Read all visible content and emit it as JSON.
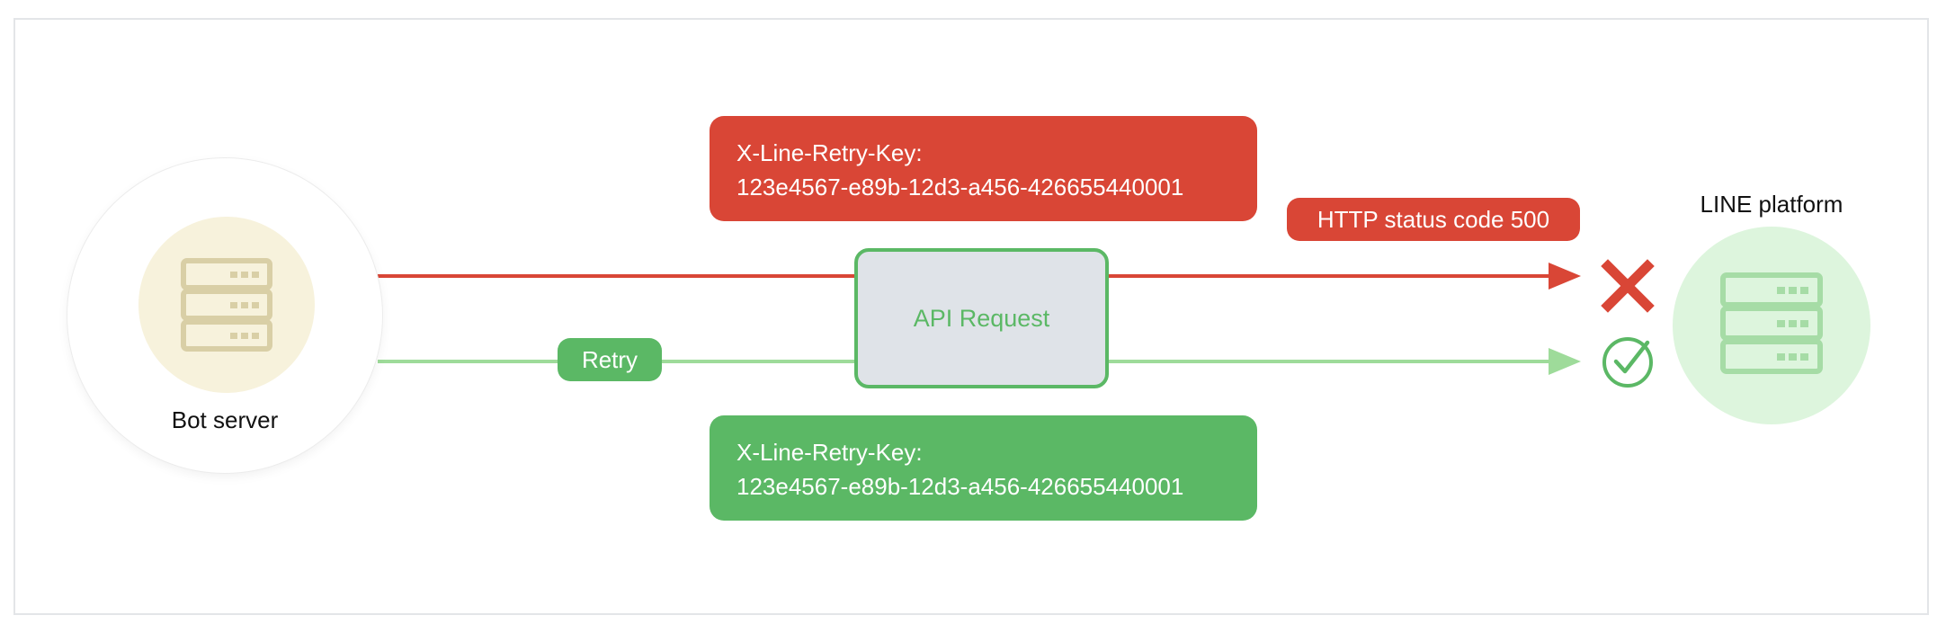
{
  "colors": {
    "error_red": "#d94636",
    "success_green": "#5bb865",
    "retry_line_green": "#9edb9a",
    "bot_fill": "#f7f2dc",
    "bot_icon": "#d9cfa6",
    "line_fill": "#ddf5dd",
    "line_icon": "#a6dca6",
    "api_fill": "#dfe3e8"
  },
  "nodes": {
    "bot": {
      "label": "Bot server",
      "icon": "server-icon"
    },
    "line": {
      "label": "LINE platform",
      "icon": "server-icon"
    }
  },
  "api_request": {
    "label": "API Request"
  },
  "first_attempt": {
    "header_line1": "X-Line-Retry-Key:",
    "header_line2": "123e4567-e89b-12d3-a456-426655440001",
    "response": "HTTP status code 500",
    "result_icon": "cross-icon"
  },
  "retry_attempt": {
    "label": "Retry",
    "header_line1": "X-Line-Retry-Key:",
    "header_line2": "123e4567-e89b-12d3-a456-426655440001",
    "result_icon": "check-circle-icon"
  }
}
